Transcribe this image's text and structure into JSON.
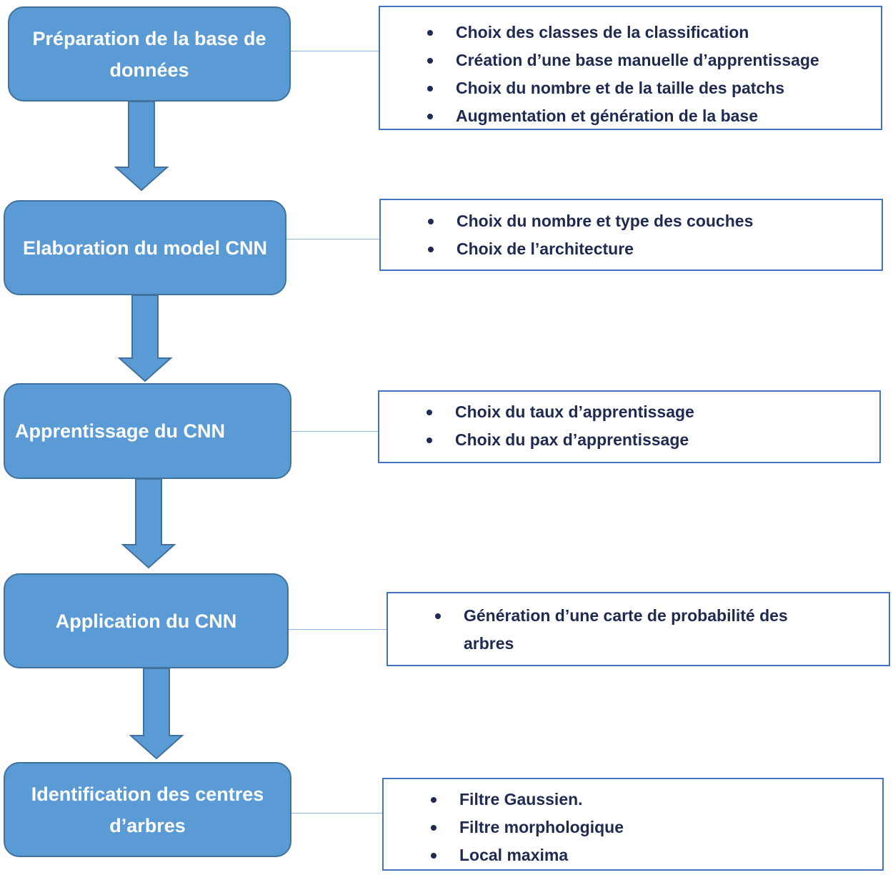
{
  "steps": [
    {
      "label": "Préparation de la base de données",
      "details": [
        "Choix des classes de la classification",
        "Création d’une base manuelle d’apprentissage",
        "Choix du nombre et de la taille des patchs",
        "Augmentation et génération de la base"
      ]
    },
    {
      "label": "Elaboration du model CNN",
      "details": [
        "Choix du nombre et type des couches",
        "Choix de l’architecture"
      ]
    },
    {
      "label": "Apprentissage du CNN",
      "details": [
        "Choix du taux d’apprentissage",
        "Choix du pax d’apprentissage"
      ]
    },
    {
      "label": "Application du CNN",
      "details": [
        "Génération d’une carte de probabilité des arbres"
      ]
    },
    {
      "label": "Identification des centres d’arbres",
      "details": [
        "Filtre Gaussien.",
        "Filtre morphologique",
        "Local maxima"
      ]
    }
  ],
  "colors": {
    "step_fill": "#5b9bd5",
    "step_border": "#41719c",
    "arrow_fill": "#5b9bd5",
    "detail_border": "#4472c4",
    "detail_text": "#1f2a52"
  }
}
